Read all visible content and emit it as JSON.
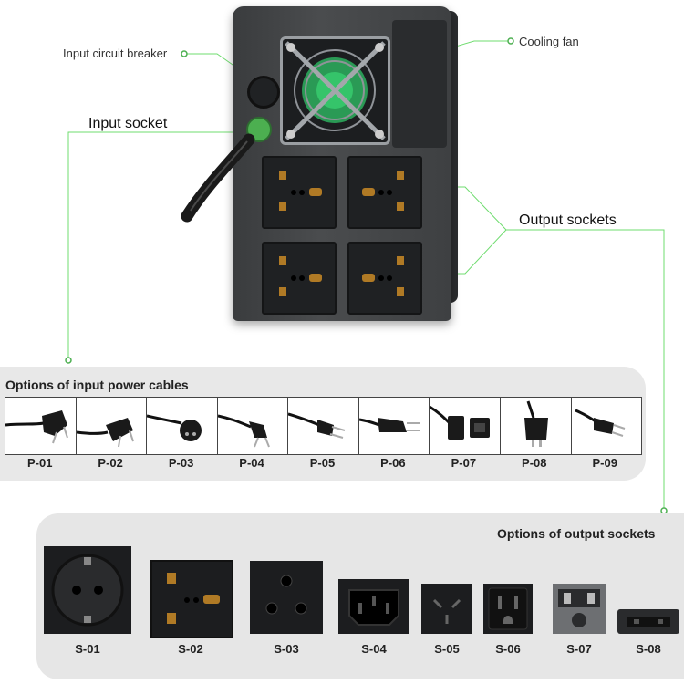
{
  "callouts": {
    "breaker": "Input circuit breaker",
    "fan": "Cooling fan",
    "input_socket": "Input socket",
    "output_sockets": "Output sockets"
  },
  "input_cables": {
    "title": "Options of input power cables",
    "labels": [
      "P-01",
      "P-02",
      "P-03",
      "P-04",
      "P-05",
      "P-06",
      "P-07",
      "P-08",
      "P-09"
    ]
  },
  "output_sockets": {
    "title": "Options of output sockets",
    "labels": [
      "S-01",
      "S-02",
      "S-03",
      "S-04",
      "S-05",
      "S-06",
      "S-07",
      "S-08"
    ]
  },
  "colors": {
    "accent_green": "#5cd65c",
    "device_body": "#3e4042",
    "panel_bg": "#e8e8e8"
  }
}
